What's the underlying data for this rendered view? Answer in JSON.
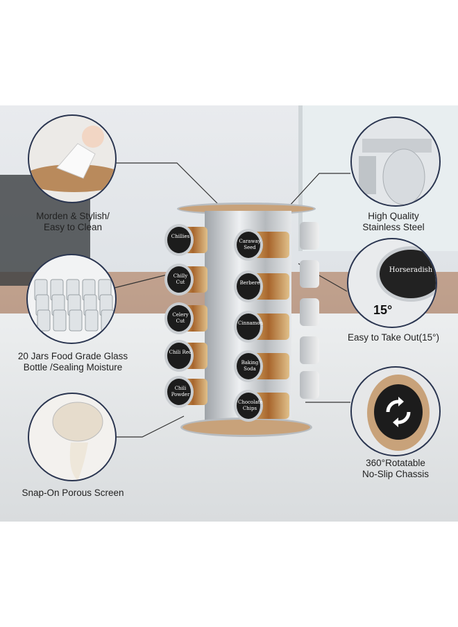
{
  "features": {
    "top_left": "Morden & Stylish/\nEasy to Clean",
    "mid_left": "20 Jars Food Grade Glass\nBottle /Sealing Moisture",
    "bottom_left": "Snap-On Porous Screen",
    "top_right": "High Quality\nStainless Steel",
    "mid_right": "Easy to Take Out(15°)",
    "bottom_right": "360°Rotatable\nNo-Slip Chassis"
  },
  "angle_label": "15°",
  "jar_labels": {
    "left": [
      "Chillies",
      "Chilly Cut",
      "Celery Cut",
      "Chili Red",
      "Chili Powder"
    ],
    "center": [
      "Caraway Seed",
      "Berbere",
      "Cinnamon",
      "Baking Soda",
      "Chocolate Chips"
    ],
    "zoom": "Horseradish"
  },
  "colors": {
    "accent": "#2a3550",
    "wood": "#c8a27a",
    "steel": "#c9cdd1"
  },
  "icons": [
    "cleaning-cloth-icon",
    "rotate-arrows-icon"
  ]
}
